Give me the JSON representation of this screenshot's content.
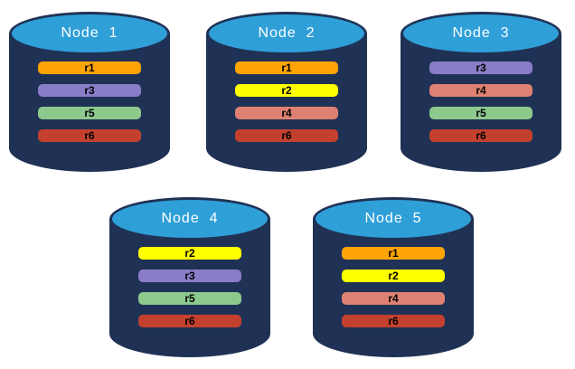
{
  "colors": {
    "cylinder_body": "#1F3255",
    "cylinder_top": "#2F9FD8",
    "node_label_text": "#FFFFFF",
    "replica_label_text": "#000000",
    "replicas": {
      "r1": "#FFA405",
      "r2": "#FFFF00",
      "r3": "#8B7CC7",
      "r4": "#DF8172",
      "r5": "#8DC88D",
      "r6": "#C4402E"
    }
  },
  "nodes": [
    {
      "label": "Node  1",
      "replicas": [
        "r1",
        "r3",
        "r5",
        "r6"
      ]
    },
    {
      "label": "Node  2",
      "replicas": [
        "r1",
        "r2",
        "r4",
        "r6"
      ]
    },
    {
      "label": "Node  3",
      "replicas": [
        "r3",
        "r4",
        "r5",
        "r6"
      ]
    },
    {
      "label": "Node  4",
      "replicas": [
        "r2",
        "r3",
        "r5",
        "r6"
      ]
    },
    {
      "label": "Node  5",
      "replicas": [
        "r1",
        "r2",
        "r4",
        "r6"
      ]
    }
  ]
}
